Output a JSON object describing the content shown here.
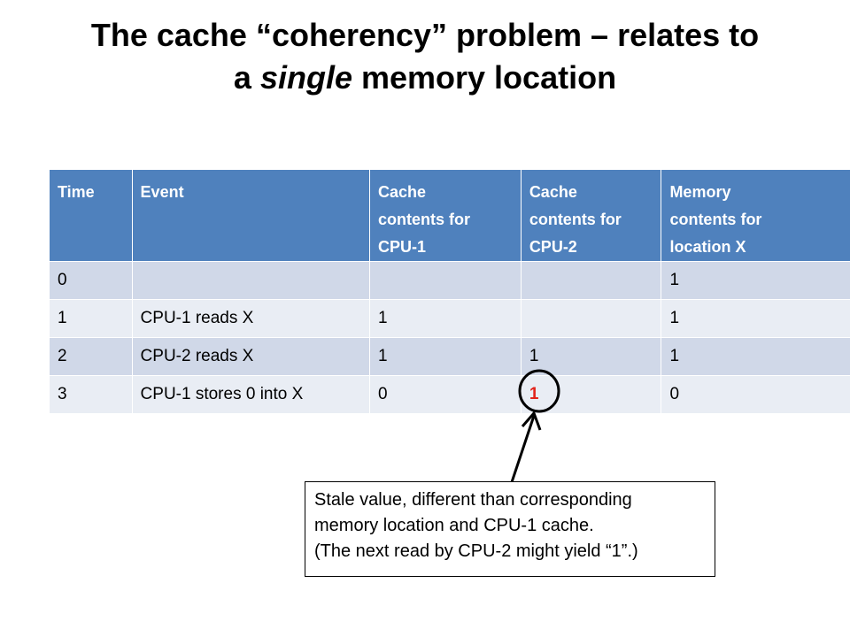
{
  "title": {
    "line1": "The cache “coherency” problem – relates to",
    "line2_pre": "a ",
    "line2_em": "single",
    "line2_post": " memory location"
  },
  "table": {
    "headers": {
      "time": "Time",
      "event": "Event",
      "cpu1_line1": "Cache",
      "cpu1_line2": "contents for",
      "cpu1_line3": "CPU-1",
      "cpu2_line1": "Cache",
      "cpu2_line2": "contents for",
      "cpu2_line3": "CPU-2",
      "mem_line1": "Memory",
      "mem_line2": "contents for",
      "mem_line3": "location X"
    },
    "rows": [
      {
        "time": "0",
        "event": "",
        "cpu1": "",
        "cpu2": "",
        "mem": "1"
      },
      {
        "time": "1",
        "event": "CPU-1 reads X",
        "cpu1": "1",
        "cpu2": "",
        "mem": "1"
      },
      {
        "time": "2",
        "event": "CPU-2 reads X",
        "cpu1": "1",
        "cpu2": "1",
        "mem": "1"
      },
      {
        "time": "3",
        "event": "CPU-1 stores 0 into X",
        "cpu1": "0",
        "cpu2": "1",
        "mem": "0"
      }
    ],
    "colors": {
      "header": "#4f81bd",
      "row_odd": "#d0d8e8",
      "row_even": "#e9edf4",
      "stale": "#e2231a"
    }
  },
  "callout": {
    "line1": "Stale value, different than corresponding",
    "line2": "memory location and CPU-1 cache.",
    "line3": "(The next read by CPU-2 might yield “1”.)"
  }
}
